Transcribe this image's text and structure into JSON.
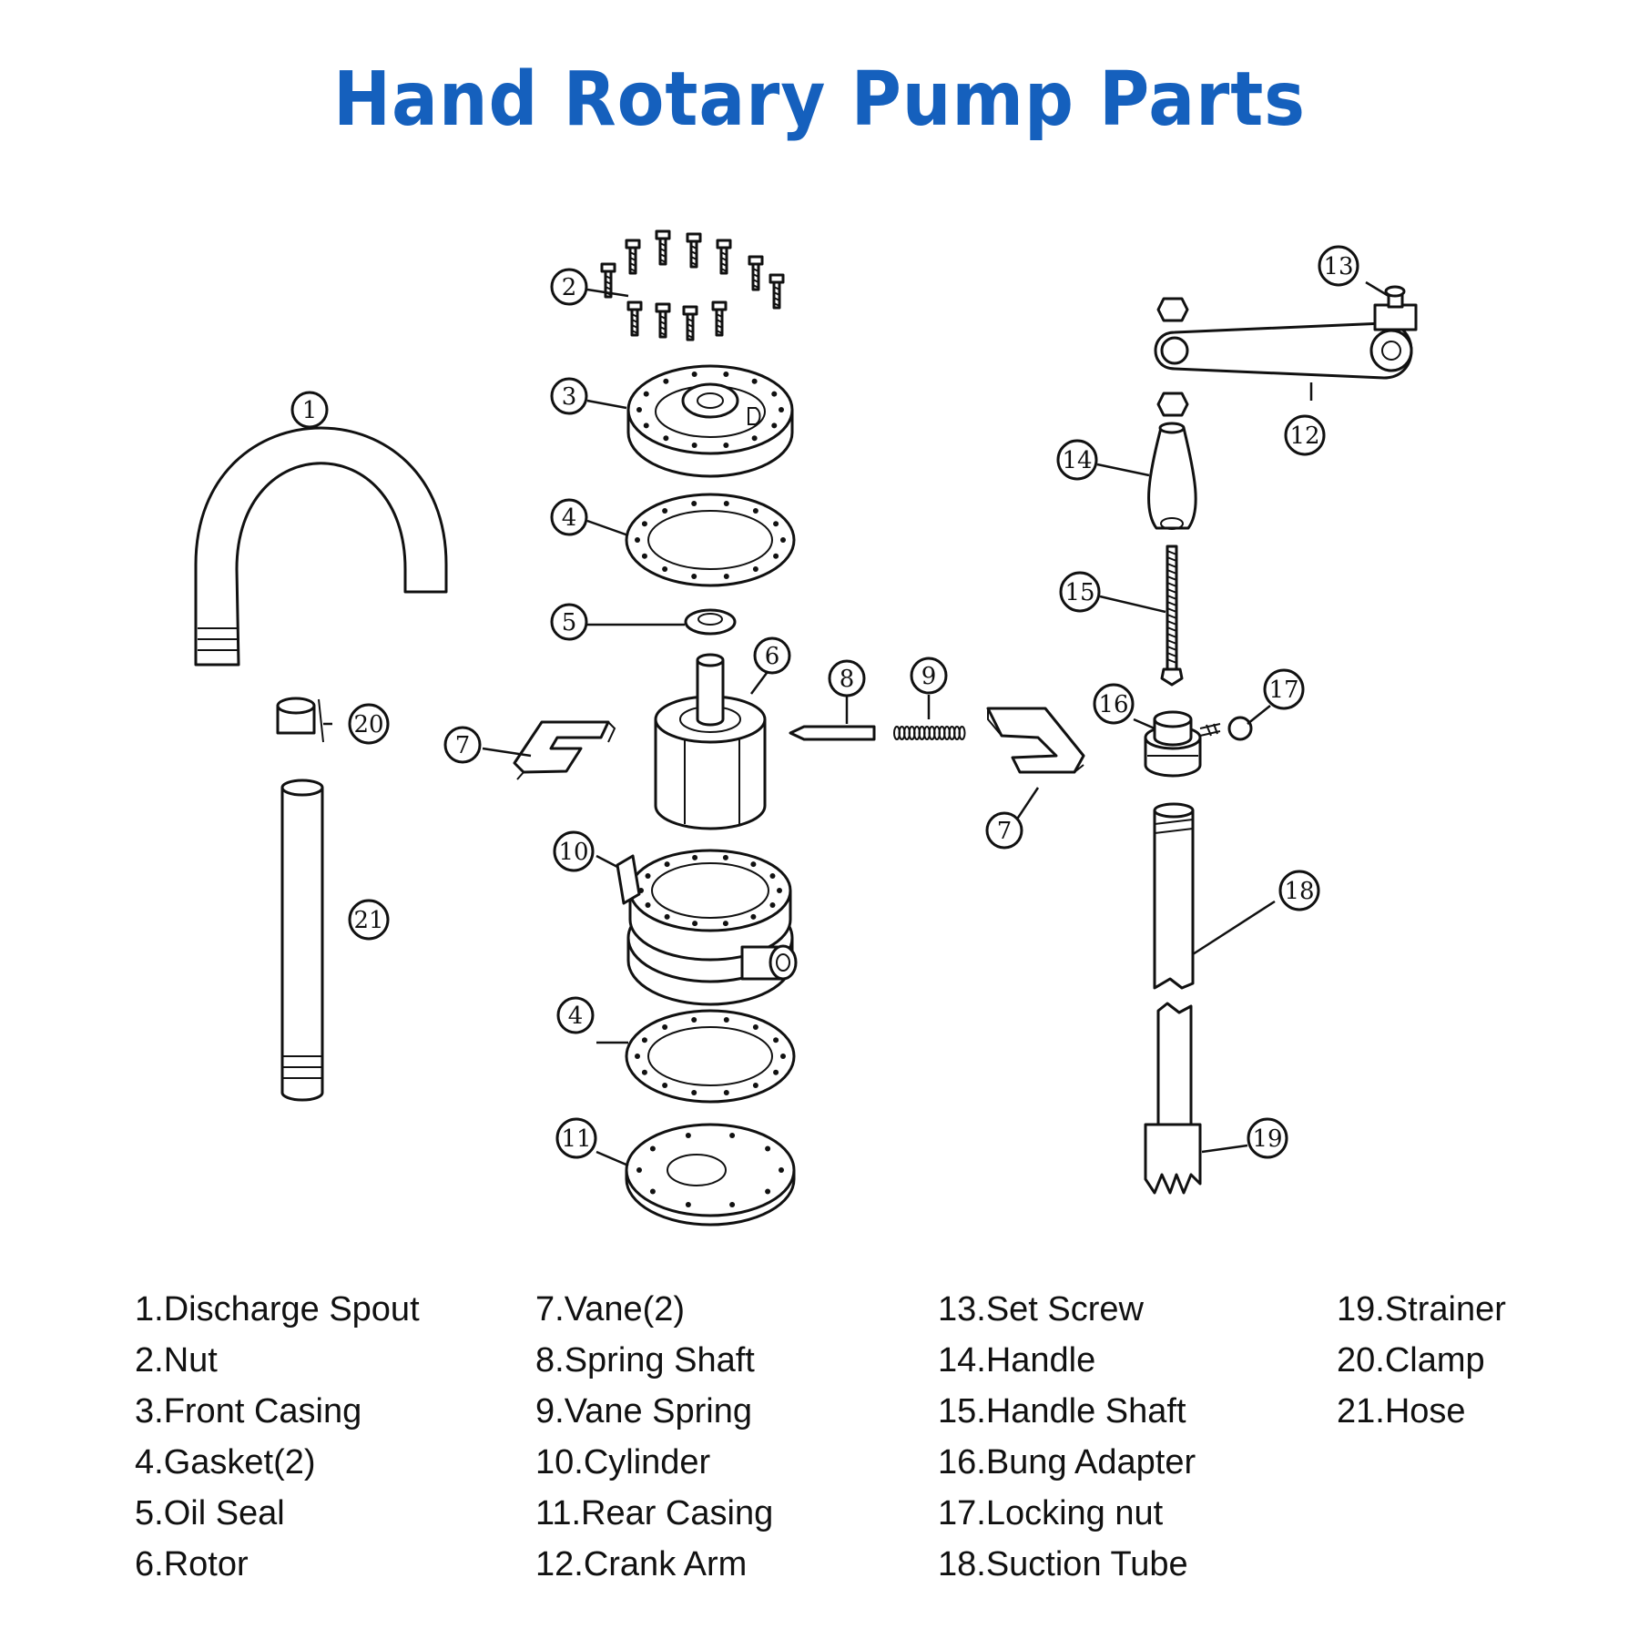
{
  "title": "Hand Rotary Pump Parts",
  "callouts": [
    {
      "id": "c1",
      "label": "1"
    },
    {
      "id": "c2",
      "label": "2"
    },
    {
      "id": "c3",
      "label": "3"
    },
    {
      "id": "c4a",
      "label": "4"
    },
    {
      "id": "c5",
      "label": "5"
    },
    {
      "id": "c6",
      "label": "6"
    },
    {
      "id": "c7a",
      "label": "7"
    },
    {
      "id": "c8",
      "label": "8"
    },
    {
      "id": "c9",
      "label": "9"
    },
    {
      "id": "c7b",
      "label": "7"
    },
    {
      "id": "c10",
      "label": "10"
    },
    {
      "id": "c4b",
      "label": "4"
    },
    {
      "id": "c11",
      "label": "11"
    },
    {
      "id": "c12",
      "label": "12"
    },
    {
      "id": "c13",
      "label": "13"
    },
    {
      "id": "c14",
      "label": "14"
    },
    {
      "id": "c15",
      "label": "15"
    },
    {
      "id": "c16",
      "label": "16"
    },
    {
      "id": "c17",
      "label": "17"
    },
    {
      "id": "c18",
      "label": "18"
    },
    {
      "id": "c19",
      "label": "19"
    },
    {
      "id": "c20",
      "label": "20"
    },
    {
      "id": "c21",
      "label": "21"
    }
  ],
  "legend": [
    [
      "1.Discharge Spout",
      "2.Nut",
      "3.Front Casing",
      "4.Gasket(2)",
      "5.Oil Seal",
      "6.Rotor"
    ],
    [
      "7.Vane(2)",
      "8.Spring Shaft",
      "9.Vane Spring",
      "10.Cylinder",
      "11.Rear Casing",
      "12.Crank Arm"
    ],
    [
      "13.Set Screw",
      "14.Handle",
      "15.Handle Shaft",
      "16.Bung Adapter",
      "17.Locking nut",
      "18.Suction Tube"
    ],
    [
      "19.Strainer",
      "20.Clamp",
      "21.Hose"
    ]
  ],
  "colors": {
    "title": "#1560bd",
    "text": "#111111",
    "background": "#ffffff"
  }
}
